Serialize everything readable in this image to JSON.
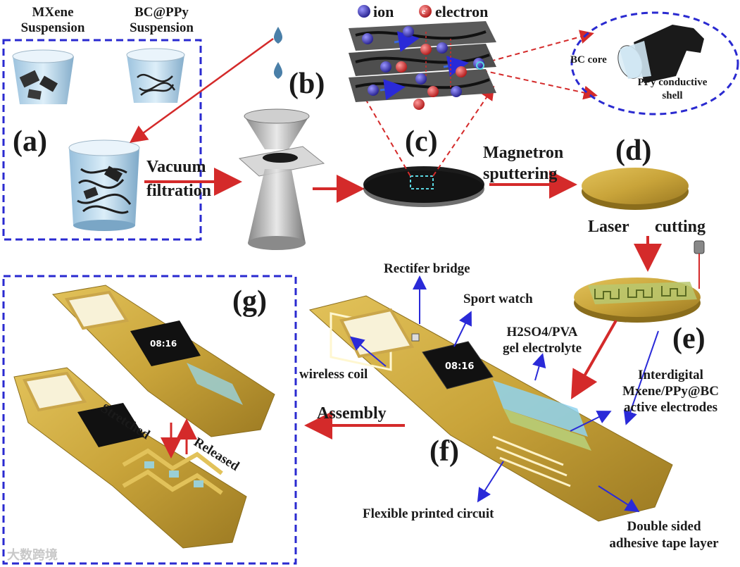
{
  "labels": {
    "panel_a": "(a)",
    "panel_b": "(b)",
    "panel_c": "(c)",
    "panel_d": "(d)",
    "panel_e": "(e)",
    "panel_f": "(f)",
    "panel_g": "(g)"
  },
  "panel_a": {
    "mxene_line1": "MXene",
    "mxene_line2": "Suspension",
    "bcppy_line1": "BC@PPy",
    "bcppy_line2": "Suspension"
  },
  "steps": {
    "vacuum_line1": "Vacuum",
    "vacuum_line2": "filtration",
    "magnetron_line1": "Magnetron",
    "magnetron_line2": "sputtering",
    "laser": "Laser",
    "cutting": "cutting",
    "assembly": "Assembly"
  },
  "panel_c": {
    "ion_legend": "ion",
    "electron_symbol": "e",
    "electron_superscript": "-",
    "electron_legend": "electron",
    "bc_core": "BC core",
    "ppy_line1": "PPy conductive",
    "ppy_line2": "shell"
  },
  "panel_f": {
    "rectifier": "Rectifer bridge",
    "sport_watch": "Sport watch",
    "electrolyte_line1": "H2SO4/PVA",
    "electrolyte_line2": "gel electrolyte",
    "wireless_coil": "wireless coil",
    "interdigital_line1": "Interdigital",
    "interdigital_line2": "Mxene/PPy@BC",
    "interdigital_line3": "active electrodes",
    "flexible_circuit": "Flexible printed circuit",
    "tape_line1": "Double sided",
    "tape_line2": "adhesive tape layer",
    "watch_time": "08:16"
  },
  "panel_g": {
    "stretched": "Stretched",
    "released": "Released",
    "watch_time": "08:16"
  },
  "watermark": "大数跨境",
  "colors": {
    "dash_box": "#2a2ad0",
    "red_arrow": "#d42a2a",
    "blue_arrow": "#2a2ad8",
    "gold": "#c9a43a",
    "ion": "#3a35b8",
    "electron": "#d83a3a"
  }
}
